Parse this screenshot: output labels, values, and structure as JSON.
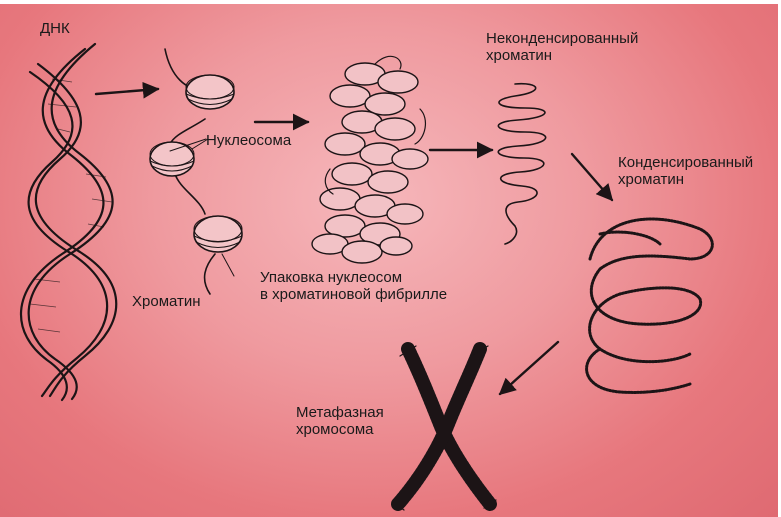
{
  "labels": {
    "dna": "ДНК",
    "nucleosome": "Нуклеосома",
    "chromatin": "Хроматин",
    "packing_line1": "Упаковка нуклеосом",
    "packing_line2": "в хроматиновой фибрилле",
    "uncondensed_line1": "Неконденсированный",
    "uncondensed_line2": "хроматин",
    "condensed_line1": "Конденсированный",
    "condensed_line2": "хроматин",
    "metaphase_line1": "Метафазная",
    "metaphase_line2": "хромосома"
  },
  "colors": {
    "background_center": "#f6b7bb",
    "background_edge": "#df6a72",
    "ink": "#1c1416"
  }
}
